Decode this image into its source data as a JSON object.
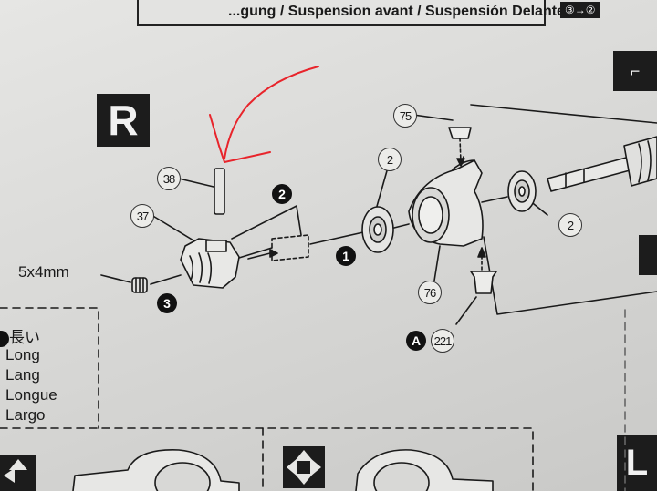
{
  "header": {
    "title": "...gung / Suspension avant / Suspensión Delantera"
  },
  "corner_top_right": "③→②",
  "badges": {
    "right": "R",
    "left": "L"
  },
  "parts": {
    "p38": "38",
    "p37": "37",
    "p2_upper": "2",
    "p2_lower": "2",
    "p75": "75",
    "p76": "76",
    "p221": "221"
  },
  "steps": {
    "s1": "1",
    "s2": "2",
    "s3": "3",
    "sA": "A"
  },
  "screw_size": "5x4mm",
  "length_legend": {
    "prefix": "長い",
    "items": [
      "Long",
      "Lang",
      "Longue",
      "Largo"
    ]
  },
  "colors": {
    "annotation": "#e8242b",
    "ink": "#1a1a1a",
    "paper": "#dcdcda"
  }
}
